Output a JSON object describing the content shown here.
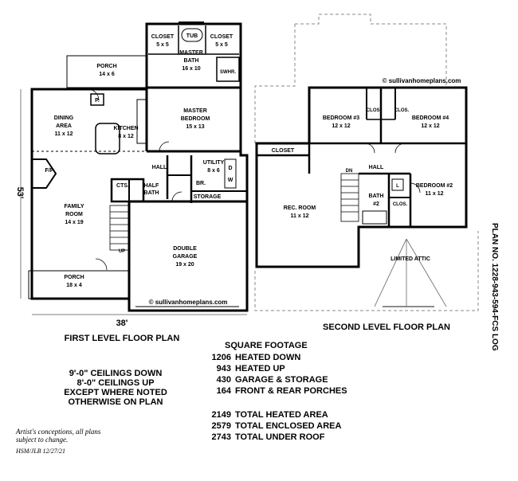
{
  "first_floor": {
    "title": "FIRST LEVEL FLOOR PLAN",
    "width_dim": "38'",
    "depth_dim": "53'",
    "watermark": "© sullivanhomeplans.com",
    "rooms": {
      "closet1": "CLOSET",
      "closet1_size": "5 x 5",
      "tub": "TUB",
      "closet2": "CLOSET",
      "closet2_size": "5 x 5",
      "master_bath": "MASTER",
      "master_bath2": "BATH",
      "master_bath_size": "16 x 10",
      "swhr": "SWHR.",
      "porch_rear": "PORCH",
      "porch_rear_size": "14 x 6",
      "dining": "DINING",
      "dining2": "AREA",
      "dining_size": "11 x 12",
      "kitchen": "KITCHEN",
      "kitchen_size": "8 x 12",
      "master_bed": "MASTER",
      "master_bed2": "BEDROOM",
      "master_bed_size": "15 x 13",
      "pantry": "P.",
      "fp": "F/P",
      "hall": "HALL",
      "utility": "UTILITY",
      "utility_size": "8 x 6",
      "d": "D",
      "w": "W",
      "br": "BR.",
      "cts": "CTS.",
      "half_bath": "HALF",
      "half_bath2": "BATH",
      "storage": "STORAGE",
      "family": "FAMILY",
      "family2": "ROOM",
      "family_size": "14 x 19",
      "up": "UP",
      "garage": "DOUBLE",
      "garage2": "GARAGE",
      "garage_size": "19 x 20",
      "porch_front": "PORCH",
      "porch_front_size": "18 x 4"
    }
  },
  "second_floor": {
    "title": "SECOND LEVEL FLOOR PLAN",
    "watermark": "© sullivanhomeplans.com",
    "rooms": {
      "bed3": "BEDROOM #3",
      "bed3_size": "12 x 12",
      "clos1": "CLOS.",
      "clos2": "CLOS.",
      "bed4": "BEDROOM #4",
      "bed4_size": "12 x 12",
      "closet": "CLOSET",
      "dn": "DN",
      "hall": "HALL",
      "rec": "REC. ROOM",
      "rec_size": "11 x 12",
      "bath": "BATH",
      "bath_num": "#2",
      "l": "L",
      "clos3": "CLOS.",
      "bed2": "BEDROOM #2",
      "bed2_size": "11 x 12",
      "attic": "LIMITED ATTIC"
    }
  },
  "plan_number": "PLAN NO. 1228-943-594-FCS LOG",
  "notes": [
    "9'-0\" CEILINGS DOWN",
    "8'-0\" CEILINGS UP",
    "EXCEPT WHERE NOTED",
    "OTHERWISE ON PLAN"
  ],
  "square_footage": {
    "title": "SQUARE FOOTAGE",
    "rows": [
      {
        "value": "1206",
        "label": "HEATED DOWN"
      },
      {
        "value": "943",
        "label": "HEATED UP"
      },
      {
        "value": "430",
        "label": "GARAGE & STORAGE"
      },
      {
        "value": "164",
        "label": "FRONT & REAR PORCHES"
      },
      {
        "value": "2149",
        "label": "TOTAL HEATED AREA"
      },
      {
        "value": "2579",
        "label": "TOTAL ENCLOSED AREA"
      },
      {
        "value": "2743",
        "label": "TOTAL UNDER ROOF"
      }
    ]
  },
  "disclaimer": [
    "Artist's conceptions, all plans",
    "subject to change."
  ],
  "signature": "HSM/JLB  12/27/21"
}
